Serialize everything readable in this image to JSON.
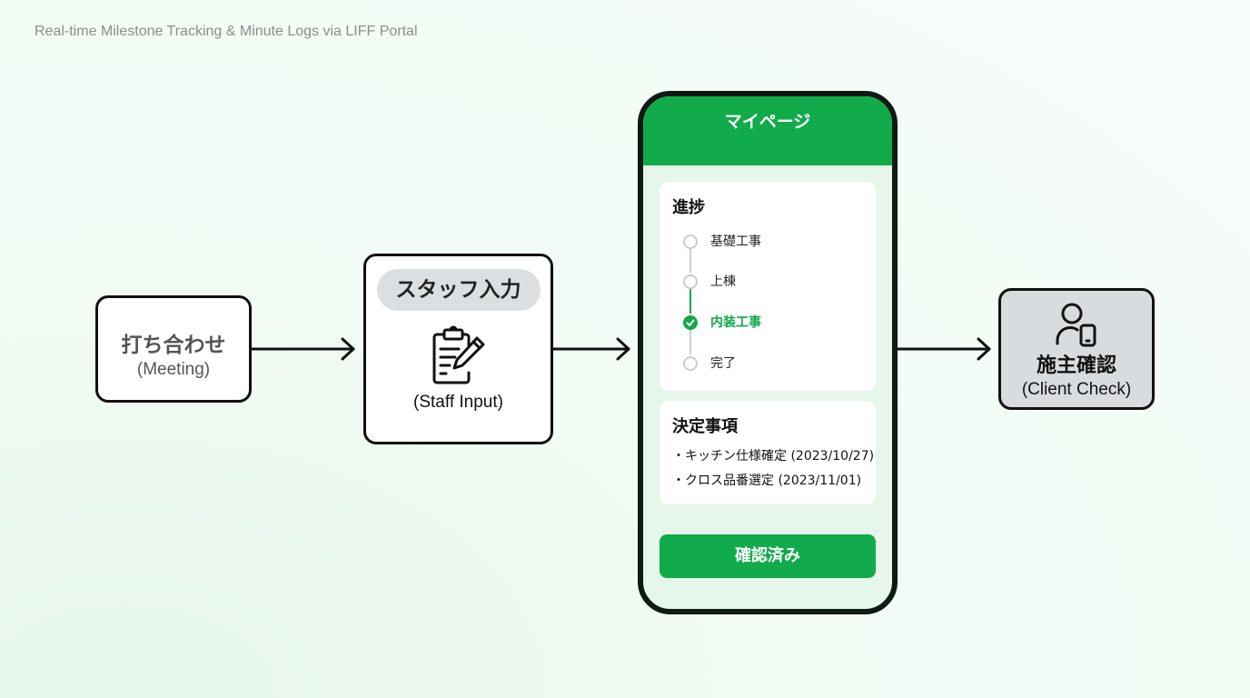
{
  "subtitle": "Real-time Milestone Tracking & Minute Logs via LIFF Portal",
  "flow": {
    "meeting": {
      "jp": "打ち合わせ",
      "en": "(Meeting)"
    },
    "staff": {
      "jp": "スタッフ入力",
      "en": "(Staff Input)",
      "icon": "clipboard-edit-icon"
    },
    "client": {
      "jp": "施主確認",
      "en": "(Client Check)",
      "icon": "user-device-icon"
    }
  },
  "phone": {
    "header": "マイページ",
    "progress": {
      "title": "進捗",
      "steps": [
        {
          "label": "基礎工事",
          "state": "pending"
        },
        {
          "label": "上棟",
          "state": "pending"
        },
        {
          "label": "内装工事",
          "state": "current"
        },
        {
          "label": "完了",
          "state": "pending"
        }
      ]
    },
    "decisions": {
      "title": "決定事項",
      "items": [
        "・キッチン仕様確定 (2023/10/27)",
        "・クロス品番選定 (2023/11/01)"
      ]
    },
    "confirm_button": "確認済み"
  },
  "colors": {
    "accent": "#11ab4b",
    "border": "#111111",
    "client_bg": "#d9dcdf"
  }
}
